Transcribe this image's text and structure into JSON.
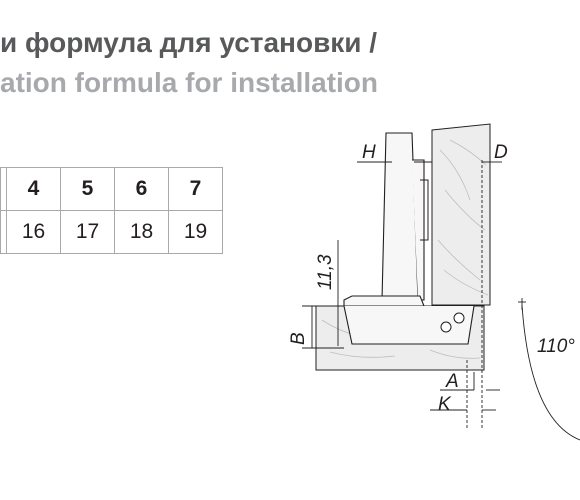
{
  "title": {
    "ru": "и формула для установки /",
    "en": "ation formula for installation"
  },
  "table": {
    "header": [
      "4",
      "5",
      "6",
      "7"
    ],
    "values": [
      "16",
      "17",
      "18",
      "19"
    ]
  },
  "diagram": {
    "labels": {
      "H": "H",
      "D": "D",
      "dim_11_3": "11,3",
      "B": "B",
      "A": "A",
      "K": "K",
      "angle": "110°"
    }
  },
  "colors": {
    "title_ru": "#58595b",
    "title_en": "#a7a9ac",
    "lines": "#231f20",
    "wood_fill": "#ededed",
    "grid_border": "#a7a9ac"
  }
}
